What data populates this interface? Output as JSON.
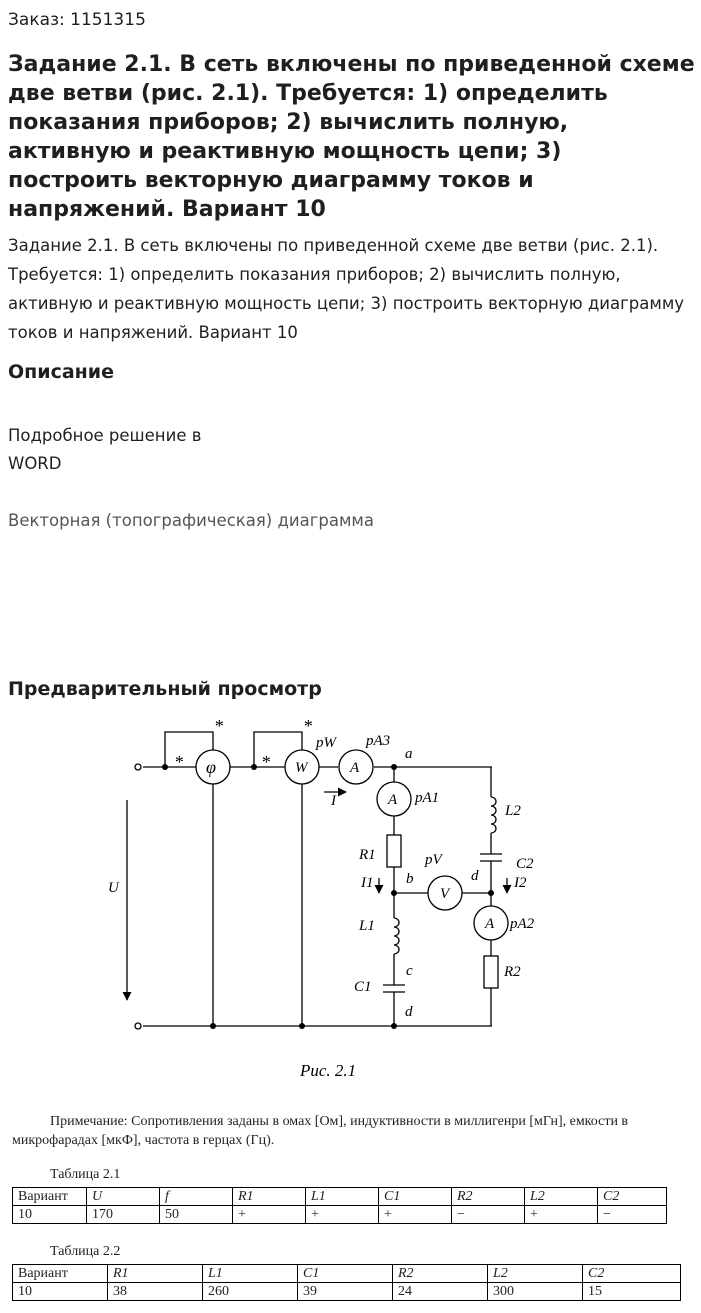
{
  "order": "Заказ: 1151315",
  "title": "Задание 2.1. В сеть включены по приведенной схеме две ветви (рис. 2.1). Требуется: 1) определить показания приборов; 2) вычислить полную, активную и реактивную мощность цепи; 3) построить векторную диаграмму токов и напряжений. Вариант 10",
  "description": "Задание 2.1. В сеть включены по приведенной схеме две ветви (рис. 2.1). Требуется: 1) определить показания приборов; 2) вычислить полную, активную и реактивную мощность цепи; 3) построить векторную диаграмму токов и напряжений. Вариант 10",
  "section_description": "Описание",
  "detail_line1": "Подробное решение в",
  "detail_line2": "WORD",
  "vector_diagram": "Векторная (топографическая) диаграмма",
  "section_preview": "Предварительный просмотр",
  "figure": {
    "caption": "Рис. 2.1",
    "labels": {
      "star": "*",
      "phi": "φ",
      "W": "W",
      "A": "A",
      "V": "V",
      "pW": "pW",
      "pA3": "pA3",
      "pA1": "pA1",
      "pA2": "pA2",
      "pV": "pV",
      "I": "I",
      "U": "U",
      "I1": "I1",
      "I2": "I2",
      "a": "a",
      "b": "b",
      "c": "c",
      "d_top": "d",
      "d_bottom": "d",
      "R1": "R1",
      "L1": "L1",
      "C1": "C1",
      "R2": "R2",
      "L2": "L2",
      "C2": "C2"
    }
  },
  "note": "Примечание: Сопротивления заданы в омах [Ом], индуктивности в миллигенри [мГн], емкости в микрофарадах [мкФ], частота в герцах (Гц).",
  "table1": {
    "caption": "Таблица 2.1",
    "headers": [
      "Вариант",
      "U",
      "f",
      "R1",
      "L1",
      "C1",
      "R2",
      "L2",
      "C2"
    ],
    "row": [
      "10",
      "170",
      "50",
      "+",
      "+",
      "+",
      "−",
      "+",
      "−"
    ]
  },
  "table2": {
    "caption": "Таблица 2.2",
    "headers": [
      "Вариант",
      "R1",
      "L1",
      "C1",
      "R2",
      "L2",
      "C2"
    ],
    "row": [
      "10",
      "38",
      "260",
      "39",
      "24",
      "300",
      "15"
    ]
  }
}
